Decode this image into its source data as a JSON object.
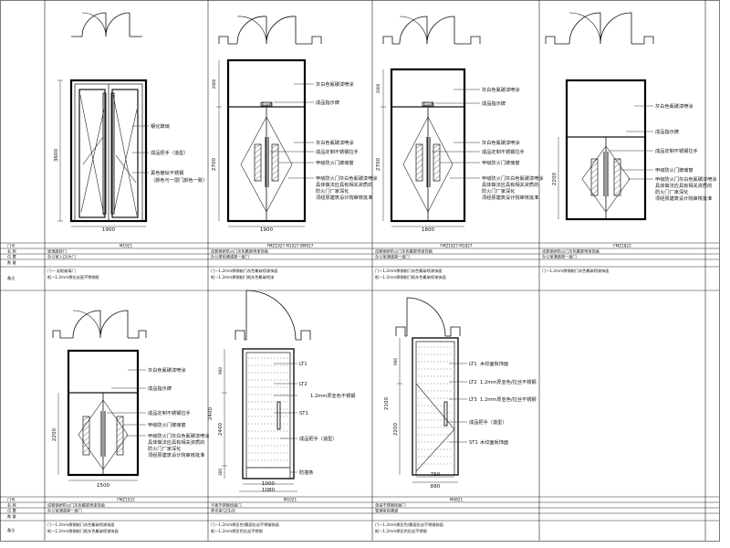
{
  "table_headers": {
    "door_no": "门号",
    "name": "名 称",
    "position": "位 置",
    "quantity": "数 量",
    "remarks": "备注"
  },
  "doors": [
    {
      "code": "M1921",
      "name": "玻璃旋转门",
      "position": "办公室入口/大门",
      "quantity": "",
      "remarks": [
        "门一·无框玻璃门",
        "框一1.2mm厚拉丝面不锈钢框"
      ],
      "width_dim": "1900",
      "height_dim": "3600",
      "annotations": [
        "钢化玻璃",
        "成品把手（造型）",
        "黑色镀钛不锈钢",
        "（颜色与一层门颜色一致）"
      ]
    },
    {
      "code": "FMZ1927  M1927  BM927",
      "name": "成套钢质防火门灰色氟碳喷漆饰面",
      "position": "办公楼前通道第一层门",
      "quantity": "",
      "remarks": [
        "门一1.2mm厚钢制门灰色氟碳喷漆饰面",
        "框一1.2mm厚钢制门框灰色氟碳喷漆"
      ],
      "width_dim": "1900",
      "height_dim": "2700",
      "top_dim": "2000",
      "annotations": [
        "灰白色氟碳漆喷涂",
        "成品指示牌",
        "灰白色氟碳漆喷涂",
        "成品定制不锈钢拉手",
        "甲级防火门玻璃窗",
        "甲级防火门灰白色氟碳漆喷涂",
        "具体做法应具有相关资质的",
        "防火门厂家深化",
        "须经原建筑设计院审核批准"
      ],
      "sign": "成品牌"
    },
    {
      "code": "FMZ1827  M1827",
      "name": "成套钢质防火门灰色氟碳喷漆饰面",
      "position": "办公室通道第一层门",
      "quantity": "",
      "remarks": [
        "门一1.2mm厚钢制门灰色氟碳喷漆饰面",
        "框一1.2mm厚钢制门框灰色氟碳喷漆饰面"
      ],
      "width_dim": "1800",
      "height_dim": "2700",
      "top_dim": "2000",
      "annotations": [
        "灰白色氟碳漆喷涂",
        "成品指示牌",
        "灰白色氟碳漆喷涂",
        "成品定制不锈钢拉手",
        "甲级防火门玻璃窗",
        "甲级防火门灰白色氟碳漆喷涂",
        "具体做法应具有相关资质的",
        "防火门厂家深化",
        "须经原建筑设计院审核批准"
      ],
      "sign": "成品牌"
    },
    {
      "code": "FMZ1822",
      "name": "成套钢质防火门灰色氟碳喷漆饰面",
      "position": "办公室通道第一层门",
      "quantity": "",
      "remarks": [
        "门一1.2mm厚钢制门灰色氟碳喷漆饰面"
      ],
      "width_dim": "",
      "height_dim": "2200",
      "annotations": [
        "灰白色氟碳漆喷涂",
        "成品指示牌",
        "成品定制不锈钢拉手",
        "甲级防火门玻璃窗",
        "甲级防火门灰白色氟碳漆喷涂",
        "具体做法应具有相关资质的",
        "防火门厂家深化",
        "须经原建筑设计院审核批准"
      ]
    },
    {
      "code": "FMZ1522",
      "name": "成套钢质防火门灰色氟碳喷漆饰面",
      "position": "办公室通道第一层门",
      "quantity": "",
      "remarks": [
        "门一1.2mm厚钢制门灰色氟碳喷漆饰面",
        "框一1.2mm厚钢制门框灰色氟碳喷漆饰面"
      ],
      "width_dim": "1500",
      "height_dim": "2200",
      "annotations": [
        "灰白色氟碳漆喷涂",
        "成品指示牌",
        "成品定制不锈钢拉手",
        "甲级防火门玻璃窗",
        "甲级防火门灰白色氟碳漆喷涂",
        "具体做法应具有相关资质的",
        "防火门厂家深化",
        "须经原建筑设计院审核批准"
      ]
    },
    {
      "code": "M1021",
      "name": "平板不锈钢饰面门",
      "position": "更衣室/卫生间",
      "quantity": "",
      "remarks": [
        "门一1.2mm厚亚色/雾面拉丝不锈钢饰面",
        "框一1.2mm厚亚色拉丝不锈钢"
      ],
      "width_dim": "1000",
      "width_dim2": "1080",
      "height_dim": "2400",
      "side_dims": [
        "900",
        "2400",
        "300"
      ],
      "annotations": [
        "1.2mm厚亚色不锈钢",
        "成品把手（造型）",
        "防撞条"
      ],
      "panel_tags": [
        "LT1",
        "LT2",
        "ST1"
      ]
    },
    {
      "code": "M0821",
      "name": "单扇不锈钢饰面门",
      "position": "管理室前通道",
      "quantity": "",
      "remarks": [
        "门一1.2mm厚亚色/雾面拉丝不锈钢饰面",
        "框一1.2mm厚亚色拉丝不锈钢"
      ],
      "width_dim": "750",
      "width_dim2": "880",
      "height_dim": "2100",
      "side_dims": [
        "900",
        "2200"
      ],
      "annotations": [
        "木纹面板饰面",
        "1.2mm厚亚色/拉丝不锈钢",
        "1.2mm厚亚色/拉丝不锈钢",
        "成品把手（造型）",
        "木纹面板饰面"
      ],
      "panel_tags": [
        "LT1",
        "LT2",
        "LT3",
        "ST1"
      ]
    }
  ]
}
